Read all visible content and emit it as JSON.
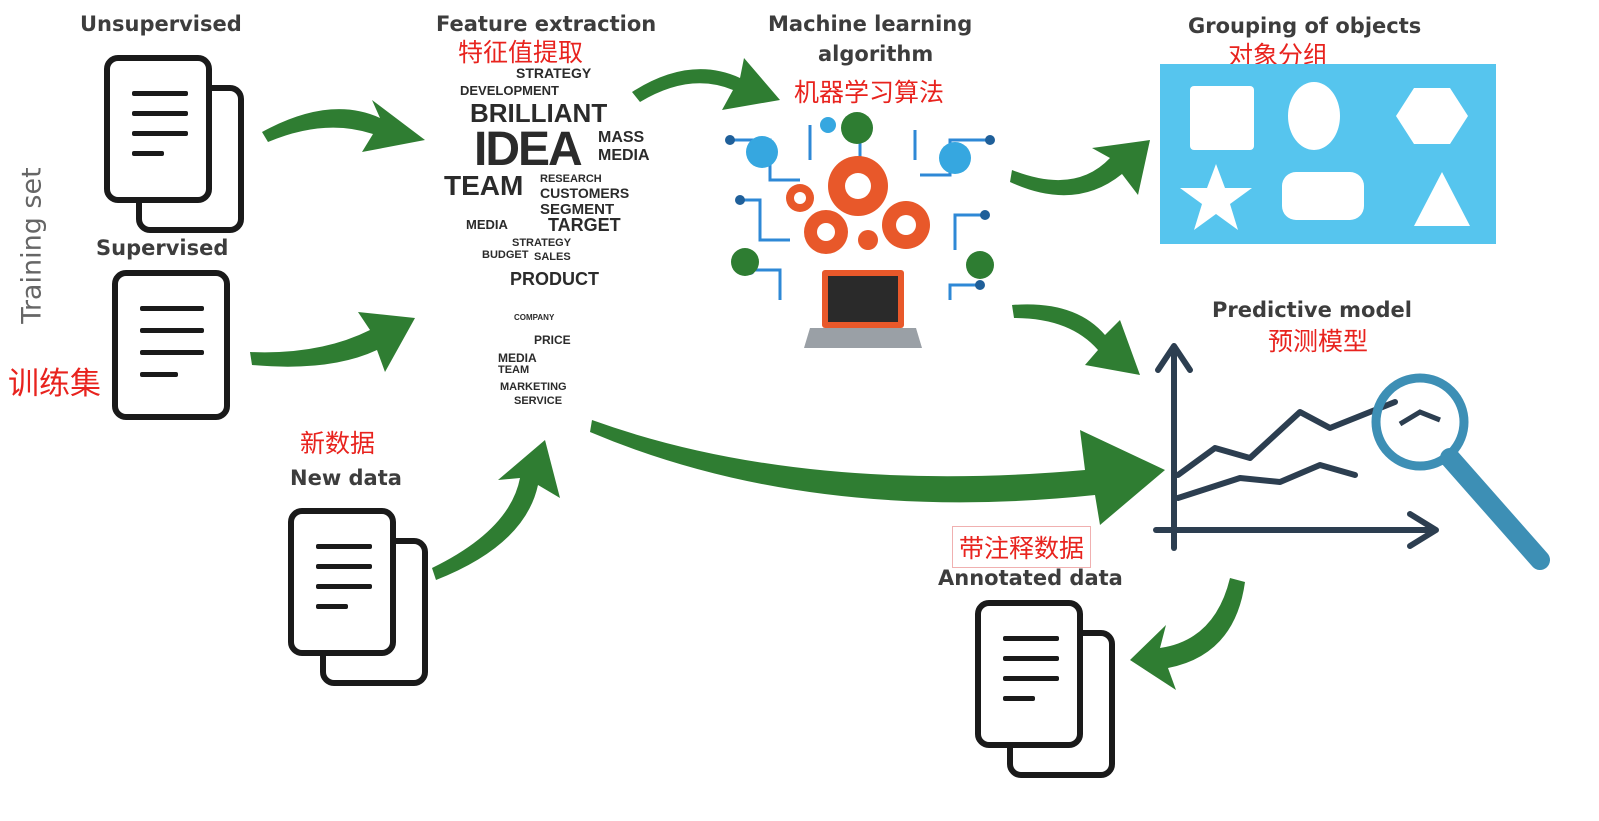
{
  "training_set": {
    "label_en": "Training set",
    "label_zh": "训练集"
  },
  "unsupervised": {
    "label": "Unsupervised"
  },
  "supervised": {
    "label": "Supervised"
  },
  "new_data": {
    "label_en": "New data",
    "label_zh": "新数据"
  },
  "feature_extraction": {
    "title_en": "Feature extraction",
    "title_zh": "特征值提取",
    "bulb_words": [
      "STRATEGY",
      "DEVELOPMENT",
      "BRILLIANT",
      "IDEA",
      "MASS",
      "MEDIA",
      "TEAM",
      "RESEARCH",
      "CUSTOMERS",
      "SEGMENT",
      "MEDIA",
      "TARGET",
      "STRATEGY",
      "BUDGET",
      "SALES",
      "PRODUCT",
      "COMPANY",
      "PRICE",
      "MEDIA",
      "TEAM",
      "MARKETING",
      "SERVICE"
    ]
  },
  "ml_algorithm": {
    "title_line1": "Machine learning",
    "title_line2": "algorithm",
    "title_zh": "机器学习算法"
  },
  "grouping": {
    "title_en": "Grouping of objects",
    "title_zh": "对象分组",
    "panel_color": "#56c5ee"
  },
  "predictive_model": {
    "title_en": "Predictive model",
    "title_zh": "预测模型"
  },
  "annotated_data": {
    "label_en": "Annotated data",
    "label_zh": "带注释数据"
  },
  "colors": {
    "arrow": "#2f7d32",
    "label_red": "#e8231e",
    "gear": "#e8582a",
    "magnifier": "#3d8fb5",
    "axis": "#2c3e50"
  }
}
